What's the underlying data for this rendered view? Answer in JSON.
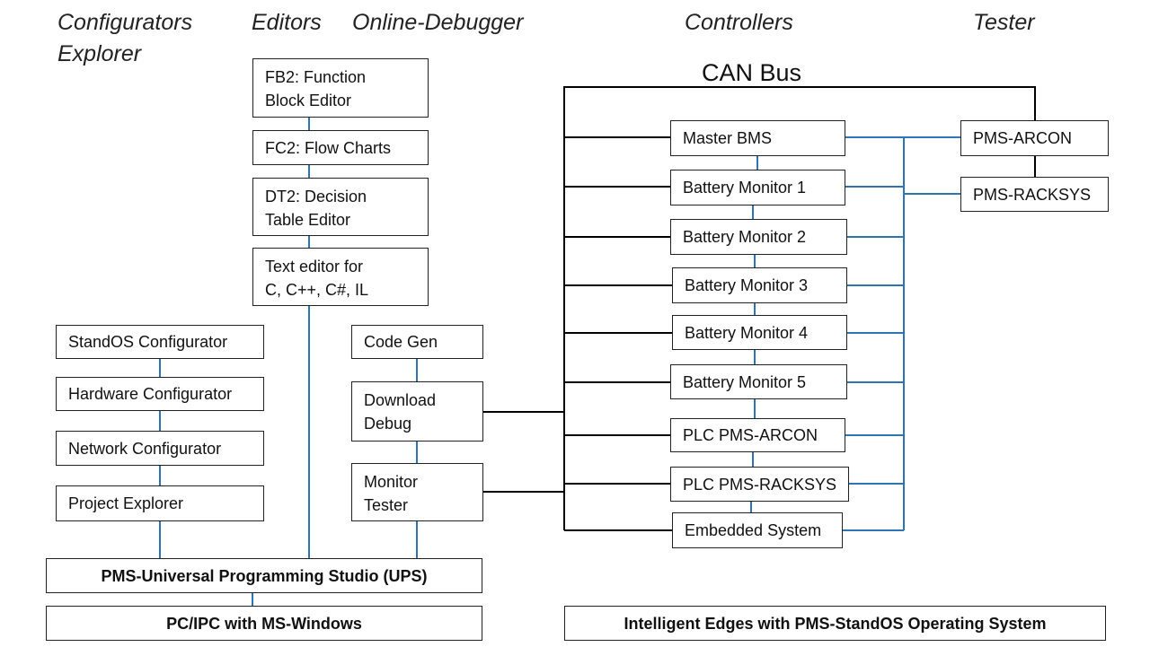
{
  "headers": {
    "configurators": "Configurators",
    "explorer": "Explorer",
    "editors": "Editors",
    "online_debugger": "Online-Debugger",
    "controllers": "Controllers",
    "tester": "Tester"
  },
  "can_bus": "CAN Bus",
  "editors": [
    {
      "line1": "FB2: Function",
      "line2": "Block Editor"
    },
    {
      "line1": "FC2: Flow Charts"
    },
    {
      "line1": "DT2: Decision",
      "line2": "Table Editor"
    },
    {
      "line1": "Text editor for",
      "line2": "C, C++, C#, IL"
    }
  ],
  "configurators": [
    "StandOS Configurator",
    "Hardware Configurator",
    "Network Configurator",
    "Project Explorer"
  ],
  "debugger": {
    "code_gen": "Code Gen",
    "download": {
      "line1": "Download",
      "line2": "Debug"
    },
    "monitor": {
      "line1": "Monitor",
      "line2": "Tester"
    }
  },
  "controllers": [
    "Master BMS",
    "Battery Monitor 1",
    "Battery Monitor 2",
    "Battery Monitor 3",
    "Battery Monitor 4",
    "Battery Monitor 5",
    "PLC PMS-ARCON",
    "PLC PMS-RACKSYS",
    "Embedded System"
  ],
  "testers": [
    "PMS-ARCON",
    "PMS-RACKSYS"
  ],
  "studio": "PMS-Universal Programming Studio (UPS)",
  "pc": "PC/IPC with MS-Windows",
  "edges": "Intelligent Edges with PMS-StandOS Operating System",
  "colors": {
    "blue_link": "#2e75b6",
    "black_link": "#000000",
    "border": "#222222"
  }
}
